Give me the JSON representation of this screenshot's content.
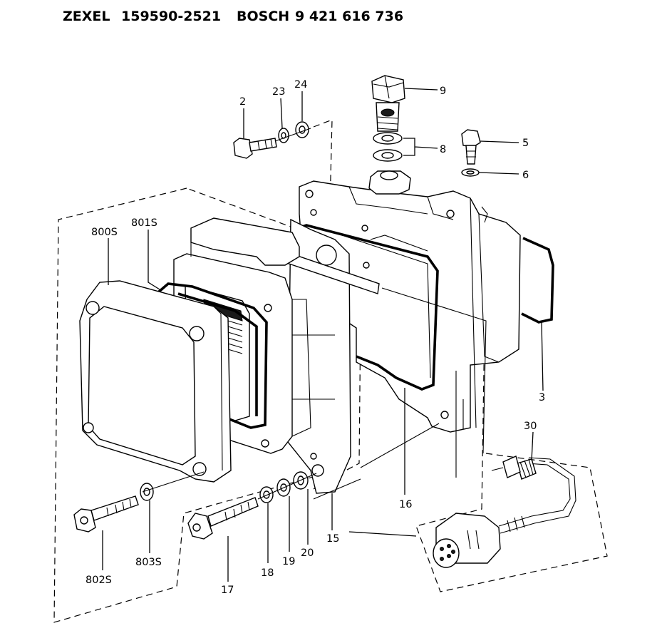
{
  "header": {
    "brand1": "ZEXEL",
    "part1": "159590-2521",
    "brand2": "BOSCH",
    "part2": "9 421 616 736"
  },
  "callouts": {
    "c2": "2",
    "c23": "23",
    "c24": "24",
    "c9": "9",
    "c8": "8",
    "c5": "5",
    "c6": "6",
    "c800s": "800S",
    "c801s": "801S",
    "c3": "3",
    "c30": "30",
    "c16": "16",
    "c15": "15",
    "c20": "20",
    "c19": "19",
    "c18": "18",
    "c17": "17",
    "c803s": "803S",
    "c802s": "802S"
  }
}
